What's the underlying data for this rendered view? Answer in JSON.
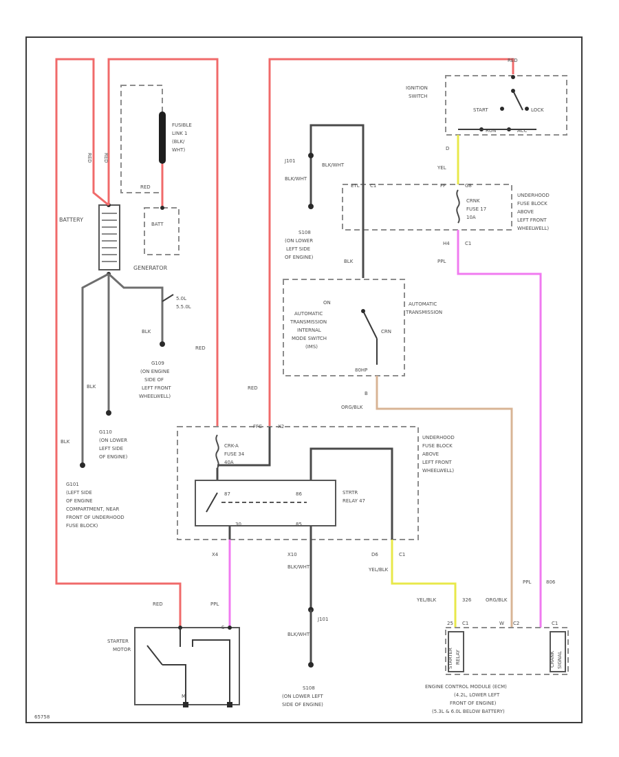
{
  "diagram_id": "65758",
  "battery": {
    "label": "BATTERY"
  },
  "wires": {
    "red_left_1": "RED",
    "red_left_2": "RED",
    "red_generator": "RED",
    "red_mid": "RED",
    "red_ign": "RED",
    "red_starter": "RED",
    "blk_g110": "BLK",
    "blk_g101": "BLK",
    "blk_g106": "BLK",
    "yel": "YEL",
    "ppl_top": "PPL",
    "ppl_start": "PPL",
    "ppl_ecm": "PPL",
    "blkwht": "BLK/WHT",
    "blk_s108": "BLK",
    "blk_wht_j101": "BLK/WHT",
    "blk_wht_mid": "BLK/WHT",
    "blk_wht_low": "BLK/WHT",
    "yel_blk": "YEL/BLK",
    "yel_blk_ecm": "YEL/BLK",
    "org_blk": "ORG/BLK",
    "org_blk_ecm": "ORG/BLK"
  },
  "fusible_link": {
    "label_lines": [
      "FUSIBLE",
      "LINK 1",
      "(BLK/",
      "WHT)"
    ]
  },
  "generator": {
    "terminal": "BATT",
    "label": "GENERATOR"
  },
  "engine_option": {
    "lines": [
      "5.0L",
      "5.5.0L"
    ]
  },
  "ground_g109": {
    "lines": [
      "G109",
      "(ON ENGINE",
      "SIDE OF",
      "LEFT FRONT",
      "WHEELWELL)"
    ]
  },
  "ground_g110": {
    "lines": [
      "G110",
      "(ON LOWER",
      "LEFT SIDE",
      "OF ENGINE)"
    ]
  },
  "ground_g101": {
    "lines": [
      "G101",
      "(LEFT SIDE",
      "OF ENGINE",
      "COMPARTMENT, NEAR",
      "FRONT OF UNDERHOOD",
      "FUSE BLOCK)"
    ]
  },
  "ground_s108_top": {
    "lines": [
      "S108",
      "(ON LOWER",
      "LEFT SIDE",
      "OF ENGINE)"
    ]
  },
  "ground_s108_bot": {
    "lines": [
      "S108",
      "(ON LOWER LEFT",
      "SIDE OF ENGINE)"
    ]
  },
  "splice_j101_top": "J101",
  "splice_j101_bot": "J101",
  "ignition_switch": {
    "label_lines": [
      "IGNITION",
      "SWITCH"
    ],
    "pos_start": "START",
    "pos_lock": "LOCK",
    "pos_run": "RUN",
    "pos_acc": "ACC",
    "terminal_red": "RED",
    "pin": "D"
  },
  "fuse_block_top": {
    "label_lines": [
      "UNDERHOOD",
      "FUSE BLOCK",
      "ABOVE",
      "LEFT FRONT",
      "WHEELWELL)"
    ],
    "fuse_lines": [
      "CRNK",
      "FUSE 17",
      "10A"
    ],
    "pin_top": "G8",
    "pin_left": "ETL",
    "pin_c": "C1",
    "pin_ff": "FF",
    "pin_h4": "H4",
    "pin_c1b": "C1"
  },
  "trans_switch": {
    "left_lines": [
      "AUTOMATIC",
      "TRANSMISSION",
      "INTERNAL",
      "MODE SWITCH",
      "(IMS)"
    ],
    "right_lines": [
      "AUTOMATIC",
      "TRANSMISSION"
    ],
    "pos_on": "ON",
    "pos_crn": "CRN",
    "pin_bot": "B",
    "conn_bot": "80HP"
  },
  "fuse_block_bot": {
    "label_lines": [
      "UNDERHOOD",
      "FUSE BLOCK",
      "ABOVE",
      "LEFT FRONT",
      "WHEELWELL)"
    ],
    "fuse_lines": [
      "CRK-A",
      "FUSE 34",
      "40A"
    ],
    "pin_top": "X2",
    "pin_ffc": "FFC",
    "relay_lines": [
      "STRTR",
      "RELAY 47"
    ],
    "pin_87": "87",
    "pin_86": "86",
    "pin_30": "30",
    "pin_85": "85",
    "pin_x4": "X4",
    "pin_x10": "X10",
    "pin_d6": "D6",
    "pin_c1": "C1"
  },
  "starter_motor": {
    "label_lines": [
      "STARTER",
      "MOTOR"
    ],
    "pin_s": "S",
    "pin_m": "M"
  },
  "ecm": {
    "label_lines": [
      "ENGINE CONTROL MODULE (ECM)",
      "(4.2L, LOWER LEFT",
      "FRONT OF ENGINE)",
      "(5.3L & 6.0L BELOW BATTERY)"
    ],
    "relay_box": [
      "STARTER",
      "RELAY"
    ],
    "crank_box": [
      "CRANK",
      "SIGNAL"
    ],
    "pin_25": "25",
    "pin_c1a": "C1",
    "pin_c2": "C2",
    "pin_c1b": "C1",
    "pin_326": "326",
    "pin_806": "806",
    "pin_w": "W"
  },
  "colors": {
    "red": "#f06a6a",
    "pink": "#f07af0",
    "yellow": "#e8e84a",
    "orange": "#d8b495",
    "black": "#4a4a4a"
  }
}
